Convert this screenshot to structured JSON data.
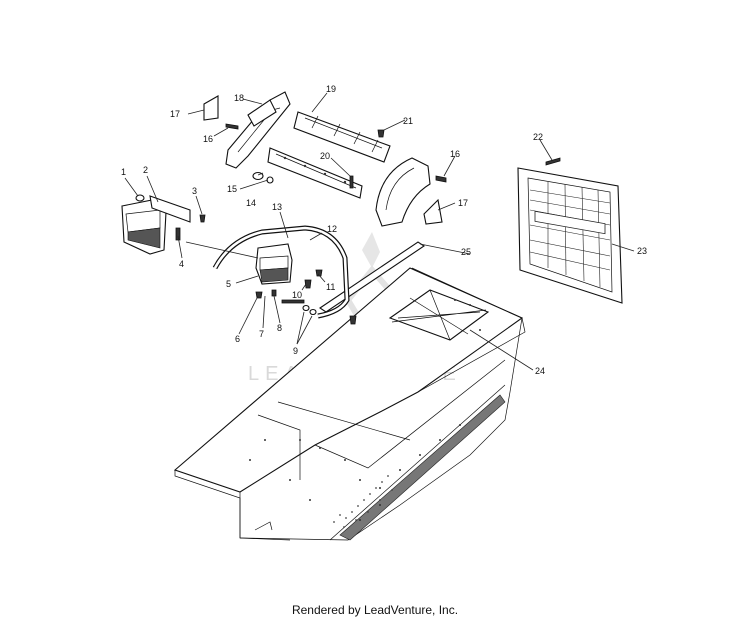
{
  "watermark": "LEADVENTURE",
  "footer": "Rendered by LeadVenture, Inc.",
  "callouts": [
    "1",
    "2",
    "3",
    "4",
    "5",
    "6",
    "7",
    "8",
    "9",
    "10",
    "11",
    "12",
    "13",
    "14",
    "15",
    "16",
    "16",
    "17",
    "17",
    "18",
    "19",
    "20",
    "21",
    "22",
    "23",
    "24",
    "25"
  ]
}
